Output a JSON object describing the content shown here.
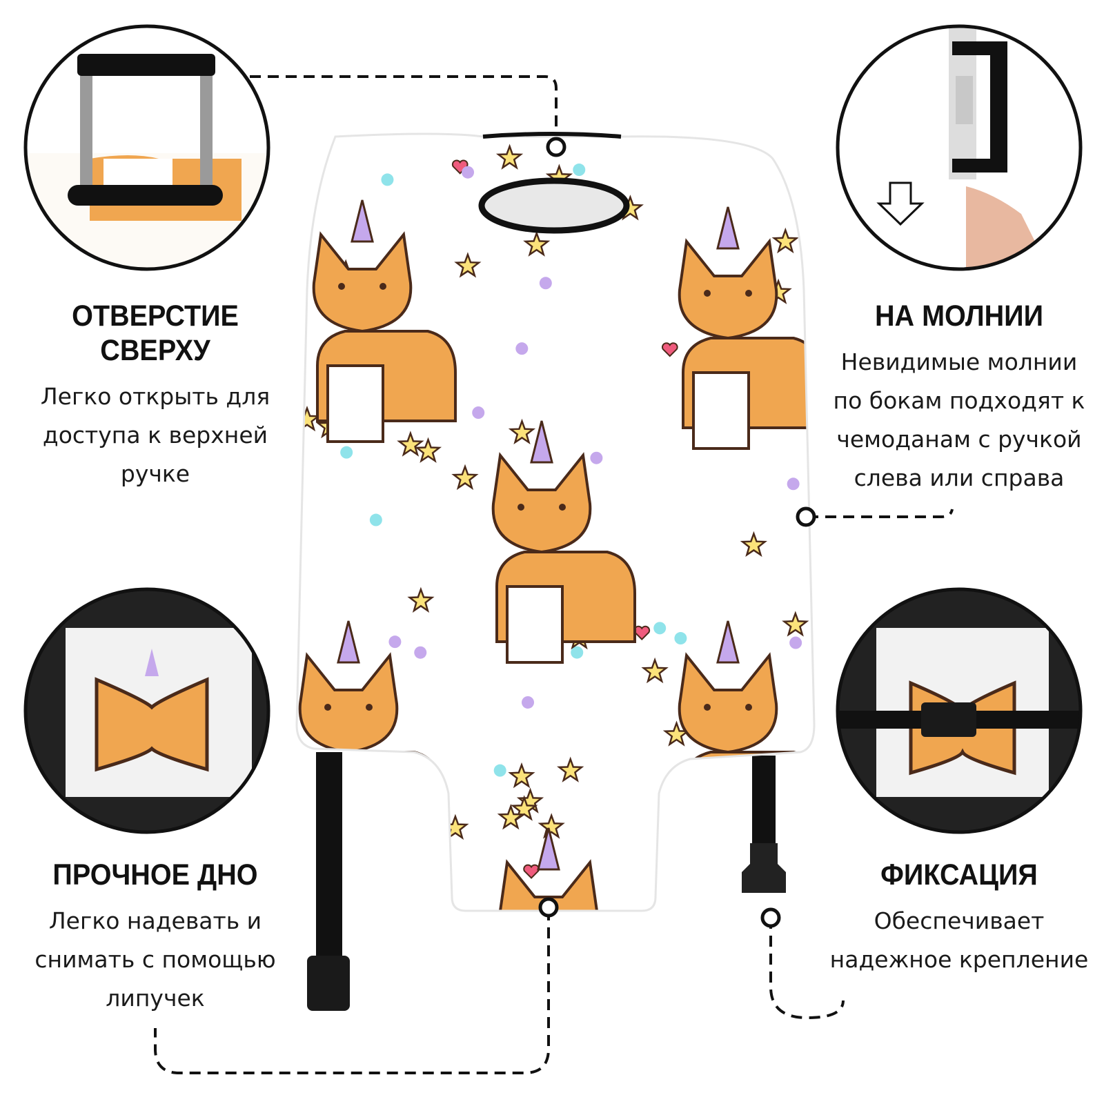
{
  "features": {
    "top_opening": {
      "title": "ОТВЕРСТИЕ СВЕРХУ",
      "lines": [
        "Легко открыть для",
        "доступа к верхней",
        "ручке"
      ]
    },
    "zipper": {
      "title": "НА МОЛНИИ",
      "lines": [
        "Невидимые молнии",
        "по бокам подходят к",
        "чемоданам с ручкой",
        "слева или справа"
      ]
    },
    "bottom": {
      "title": "ПРОЧНОЕ ДНО",
      "lines": [
        "Легко надевать и",
        "снимать с помощью",
        "липучек"
      ]
    },
    "fixation": {
      "title": "ФИКСАЦИЯ",
      "lines": [
        "Обеспечивает",
        "надежное крепление"
      ]
    }
  },
  "colors": {
    "corgi_orange": "#f0a650",
    "outline": "#4a2a1a",
    "star": "#fbe27a",
    "dot_cyan": "#8fe3ea",
    "dot_purple": "#c5a8ec",
    "heart": "#ef5b7d"
  }
}
